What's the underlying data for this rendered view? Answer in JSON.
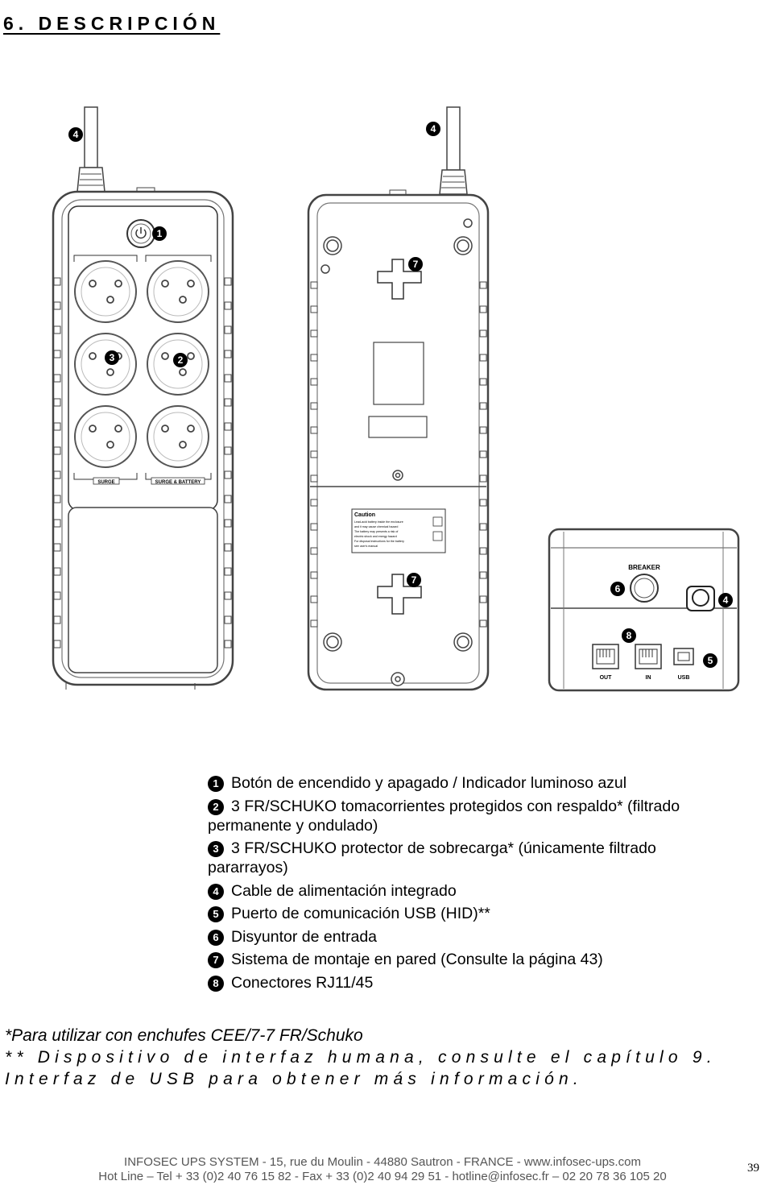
{
  "heading": "6. DESCRIPCIÓN",
  "figure": {
    "front_labels": {
      "surge": "SURGE",
      "surge_battery": "SURGE & BATTERY"
    },
    "caution": {
      "title": "Caution",
      "lines": [
        "Lead-acid battery inside the enclosure",
        "and it may cause chemical hazard",
        "The battery may presents a risk of",
        "electric shock and energy hazard",
        "For disposal instructions for the battery",
        "see user's manual"
      ]
    },
    "side": {
      "breaker": "BREAKER",
      "out": "OUT",
      "in": "IN",
      "usb": "USB"
    },
    "callouts": {
      "c1": "1",
      "c2": "2",
      "c3": "3",
      "c4": "4",
      "c5": "5",
      "c6": "6",
      "c7": "7",
      "c8": "8"
    }
  },
  "legend": [
    {
      "num": "1",
      "text": "Botón de encendido y apagado / Indicador luminoso azul"
    },
    {
      "num": "2",
      "text": "3 FR/SCHUKO tomacorrientes protegidos con respaldo* (filtrado permanente y ondulado)"
    },
    {
      "num": "3",
      "text": "3 FR/SCHUKO protector de sobrecarga* (únicamente filtrado pararrayos)"
    },
    {
      "num": "4",
      "text": "Cable de alimentación integrado"
    },
    {
      "num": "5",
      "text": "Puerto de comunicación USB (HID)**"
    },
    {
      "num": "6",
      "text": "Disyuntor de entrada"
    },
    {
      "num": "7",
      "text": "Sistema de montaje en pared (Consulte la página 43)"
    },
    {
      "num": "8",
      "text": "Conectores RJ11/45"
    }
  ],
  "notes": {
    "note1": "*Para utilizar con enchufes CEE/7-7 FR/Schuko",
    "note2": "** Dispositivo de interfaz humana, consulte el capítulo 9. Interfaz de USB para obtener más información."
  },
  "footer": {
    "line1": "INFOSEC UPS SYSTEM - 15, rue du Moulin - 44880 Sautron - FRANCE -  www.infosec-ups.com",
    "line2": "Hot Line – Tel + 33 (0)2 40 76 15 82 - Fax + 33 (0)2 40 94 29 51 - hotline@infosec.fr – 02 20 78 36 105 20",
    "page": "39"
  }
}
